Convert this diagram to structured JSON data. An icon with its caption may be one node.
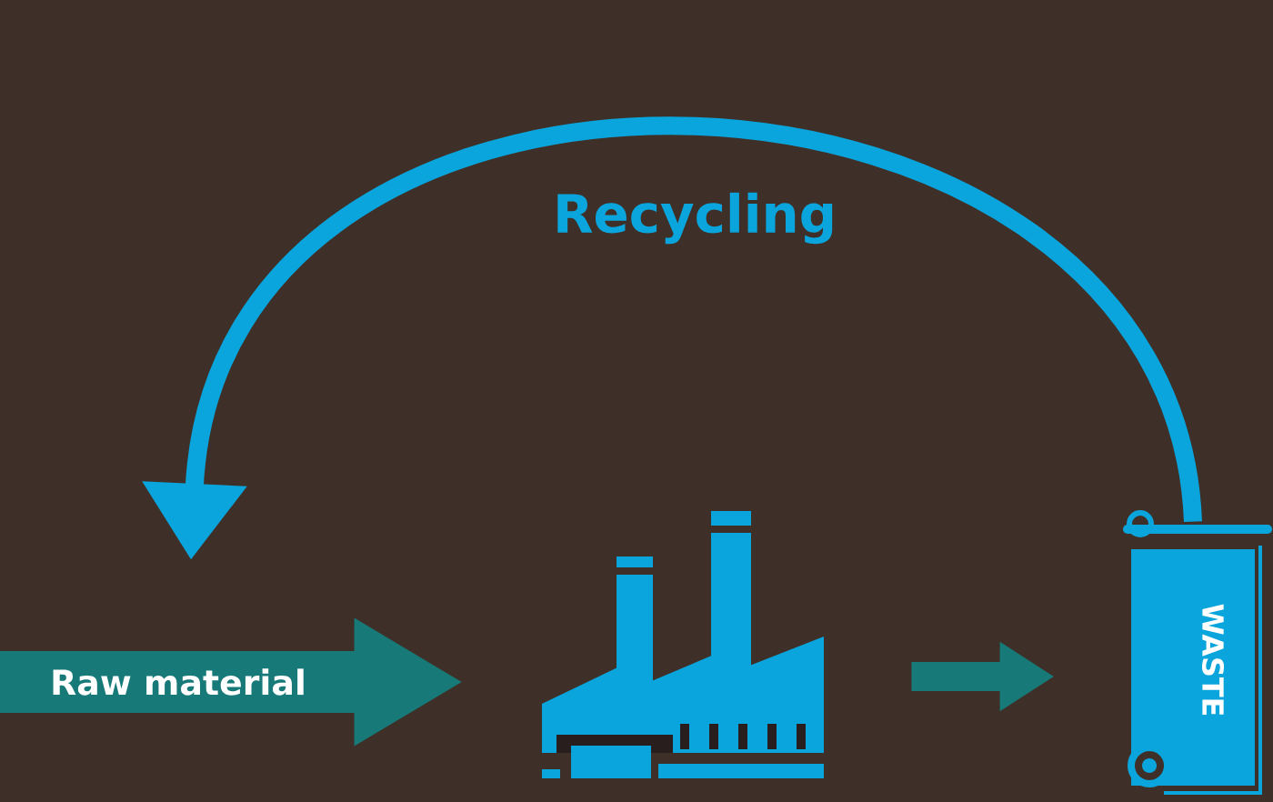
{
  "diagram": {
    "nodes": [
      {
        "text": [],
        "shape": "picture"
      },
      {
        "text": [
          "WASTE"
        ]
      }
    ],
    "edges": [
      {
        "from": null,
        "to": 0,
        "arrow": "to",
        "label": "Raw material",
        "style": "thick",
        "color": "#177a78"
      },
      {
        "from": 0,
        "to": 1,
        "arrow": "to",
        "color": "#177a78"
      },
      {
        "from": 1,
        "to": null,
        "arrow": "to",
        "label": "Recycling",
        "color": "#0aa5dc"
      }
    ]
  }
}
